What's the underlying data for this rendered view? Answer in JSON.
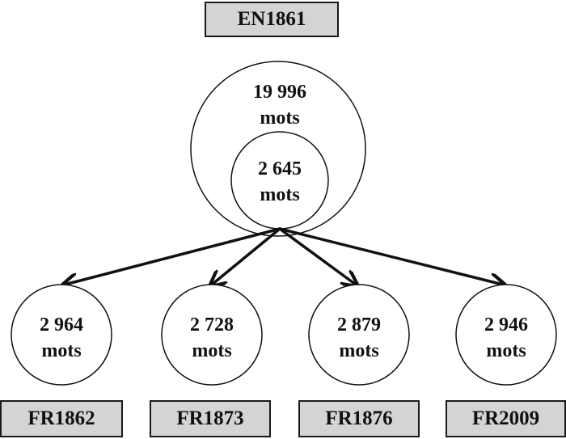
{
  "source": {
    "label": "EN1861",
    "outer_count": "19 996",
    "outer_unit": "mots",
    "inner_count": "2 645",
    "inner_unit": "mots"
  },
  "targets": [
    {
      "label": "FR1862",
      "count": "2 964",
      "unit": "mots"
    },
    {
      "label": "FR1873",
      "count": "2 728",
      "unit": "mots"
    },
    {
      "label": "FR1876",
      "count": "2 879",
      "unit": "mots"
    },
    {
      "label": "FR2009",
      "count": "2 946",
      "unit": "mots"
    }
  ],
  "colors": {
    "box_fill": "#d4d4d4",
    "stroke": "#111111",
    "text": "#111111"
  }
}
